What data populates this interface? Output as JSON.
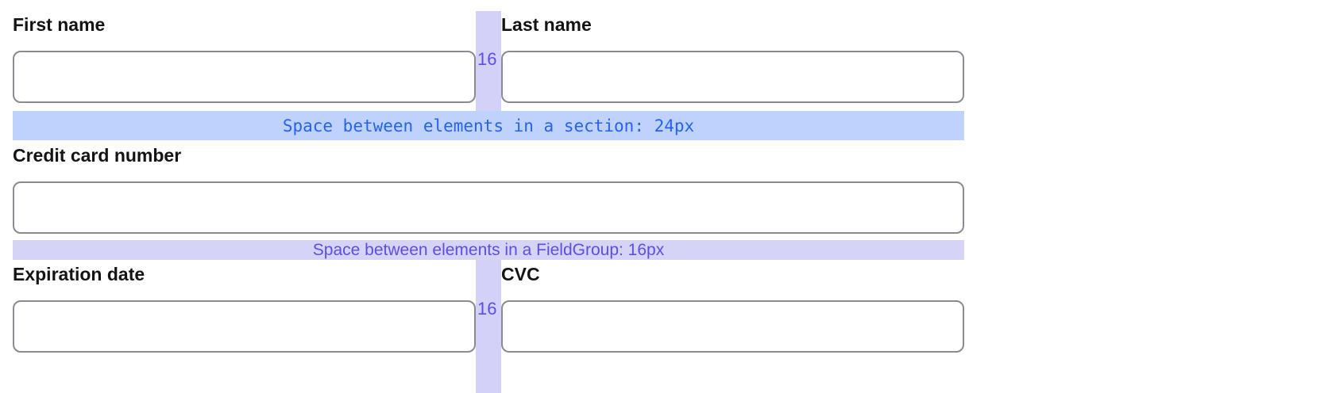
{
  "annotations": {
    "section_gap": {
      "text": "Space between elements in a section: 24px",
      "value": "24px",
      "bg_color": "#bed2fd",
      "text_color": "#2563eb"
    },
    "fieldgroup_gap": {
      "text": "Space between elements in a FieldGroup: 16px",
      "value": "16px",
      "bg_color": "#d5d4f7",
      "text_color": "#5b4fe0"
    },
    "column_gap_top": {
      "label": "16",
      "bg_color": "#d3d1f7",
      "text_color": "#5b4fe0"
    },
    "column_gap_bottom": {
      "label": "16",
      "bg_color": "#d3d1f7",
      "text_color": "#5b4fe0"
    }
  },
  "form": {
    "fields": [
      {
        "name": "first-name",
        "label": "First name",
        "value": "",
        "placeholder": ""
      },
      {
        "name": "last-name",
        "label": "Last name",
        "value": "",
        "placeholder": ""
      },
      {
        "name": "card-number",
        "label": "Credit card number",
        "value": "",
        "placeholder": ""
      },
      {
        "name": "exp-date",
        "label": "Expiration date",
        "value": "",
        "placeholder": ""
      },
      {
        "name": "cvc",
        "label": "CVC",
        "value": "",
        "placeholder": ""
      }
    ]
  },
  "colors": {
    "input_border": "#8a8a94",
    "label_text": "#141414",
    "page_background": "#ffffff"
  }
}
